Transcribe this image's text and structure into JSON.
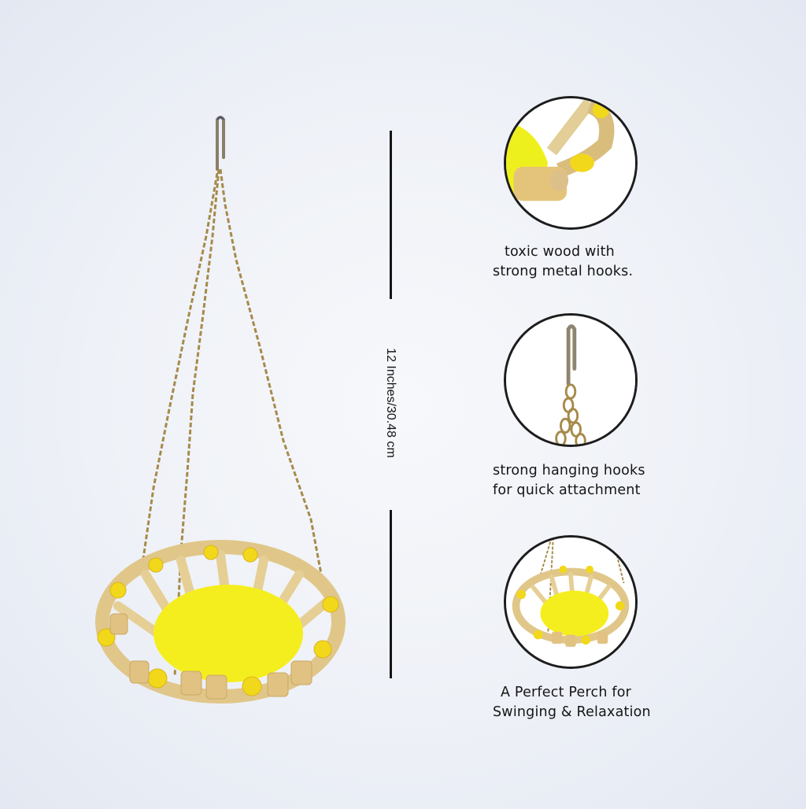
{
  "dimension": {
    "label": "12 Inches/30.48 cm"
  },
  "features": [
    {
      "image": "wood-bead-closeup",
      "caption_line1": "toxic wood with",
      "caption_line2": "strong metal hooks."
    },
    {
      "image": "metal-hook-closeup",
      "caption_line1": "strong hanging hooks",
      "caption_line2": "for quick attachment"
    },
    {
      "image": "perch-overview",
      "caption_line1": "A Perfect Perch for",
      "caption_line2": "Swinging & Relaxation"
    }
  ],
  "colors": {
    "wood": "#e3c98a",
    "bead_yellow": "#f2d81a",
    "pad_yellow": "#f5ee1e",
    "chain": "#a68a4a",
    "line": "#151515"
  }
}
